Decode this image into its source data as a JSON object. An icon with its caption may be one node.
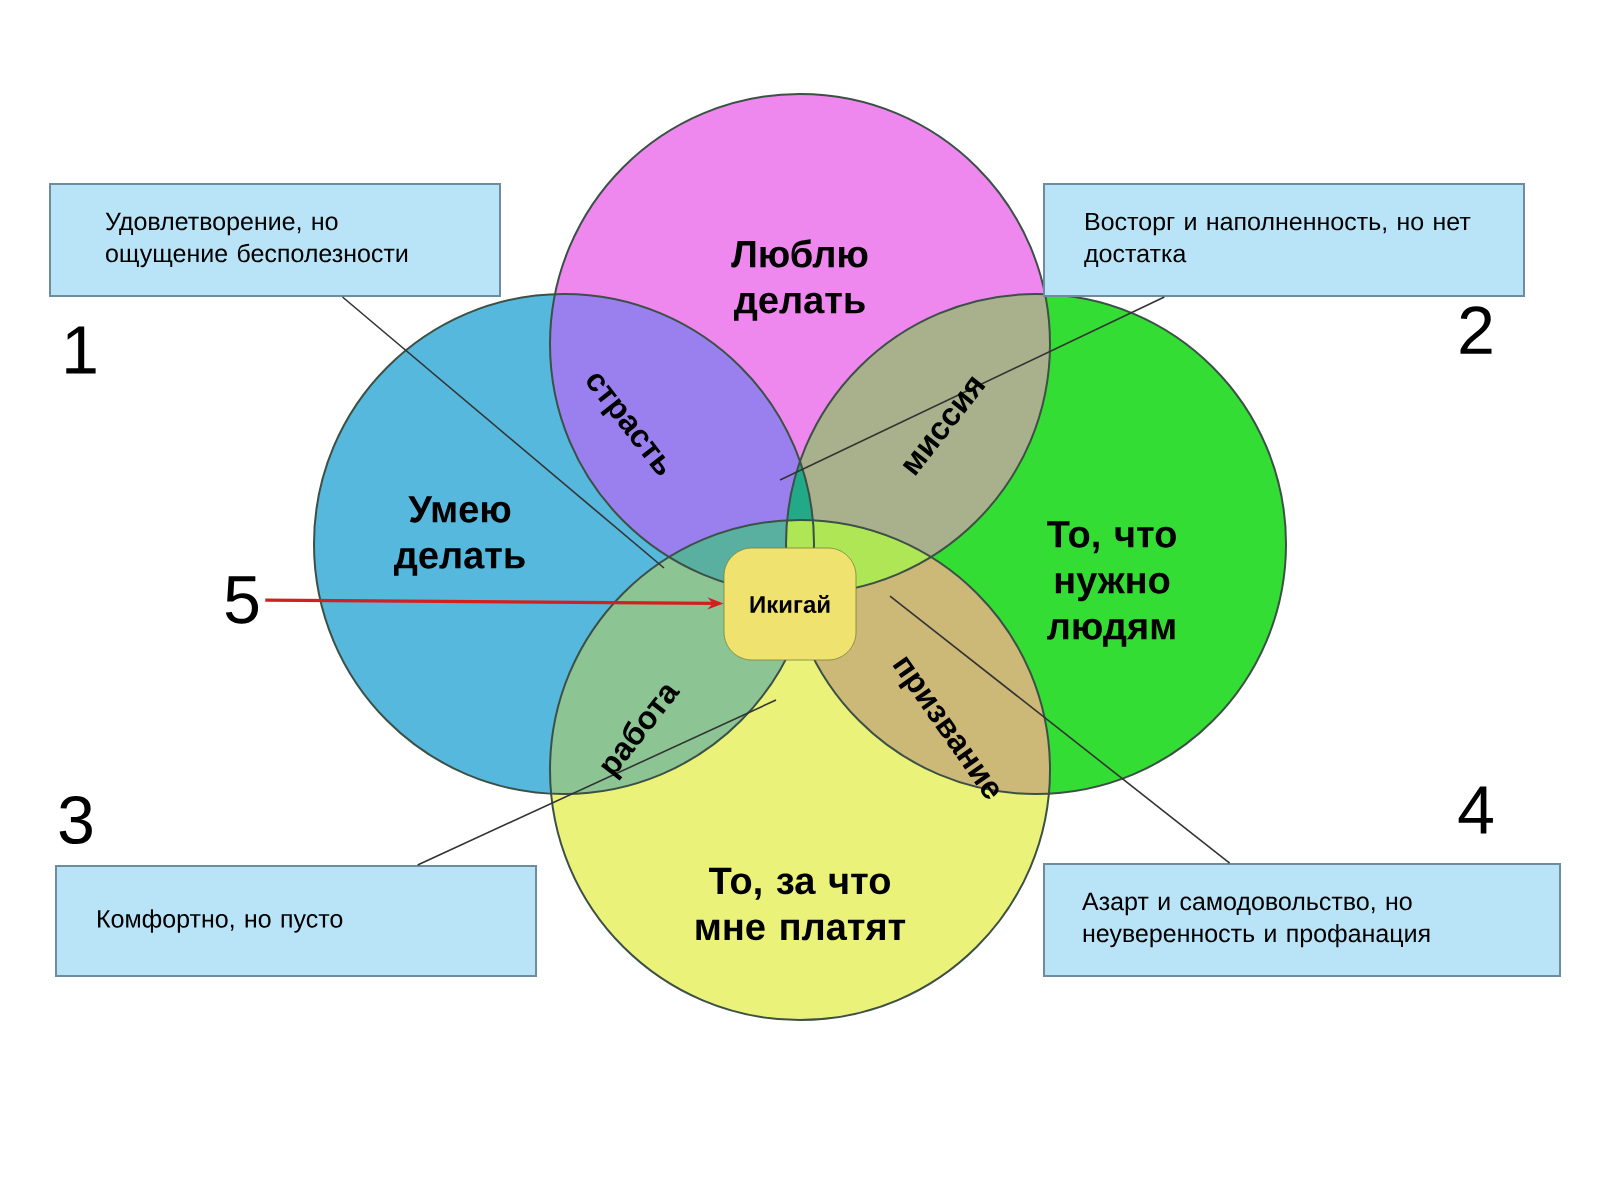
{
  "diagram": {
    "nodes": [
      {
        "text": [
          "Удовлетворение, но ощущение бесполезности"
        ],
        "beside": [
          "1"
        ]
      },
      {
        "text": [
          "Люблю делать"
        ]
      },
      {
        "text": [
          "Восторг и наполненность, но нет достатка"
        ],
        "beside": [
          "2"
        ]
      },
      {
        "text": [
          "Умею делать"
        ]
      },
      {
        "text": [
          "5"
        ]
      },
      {
        "text": [
          "Икигай"
        ]
      },
      {
        "text": [
          "То, что нужно людям"
        ]
      },
      {
        "text": [
          "То, за что мне платят"
        ]
      },
      {
        "text": [
          "Комфортно, но пусто"
        ],
        "beside": [
          "3"
        ]
      },
      {
        "text": [
          "Азарт и самодовольство, но неуверенность и профанация"
        ],
        "beside": [
          "4"
        ]
      }
    ],
    "edges": [
      {
        "from": 0,
        "to": null,
        "arrow": "none"
      },
      {
        "from": 2,
        "to": null,
        "arrow": "none"
      },
      {
        "from": 4,
        "to": 5,
        "arrow": "to",
        "color": "#d02020"
      },
      {
        "from": 8,
        "to": null,
        "arrow": "none"
      },
      {
        "from": 9,
        "to": null,
        "arrow": "none"
      }
    ],
    "labels": [
      "страсть",
      "миссия",
      "работа",
      "призвание"
    ]
  }
}
